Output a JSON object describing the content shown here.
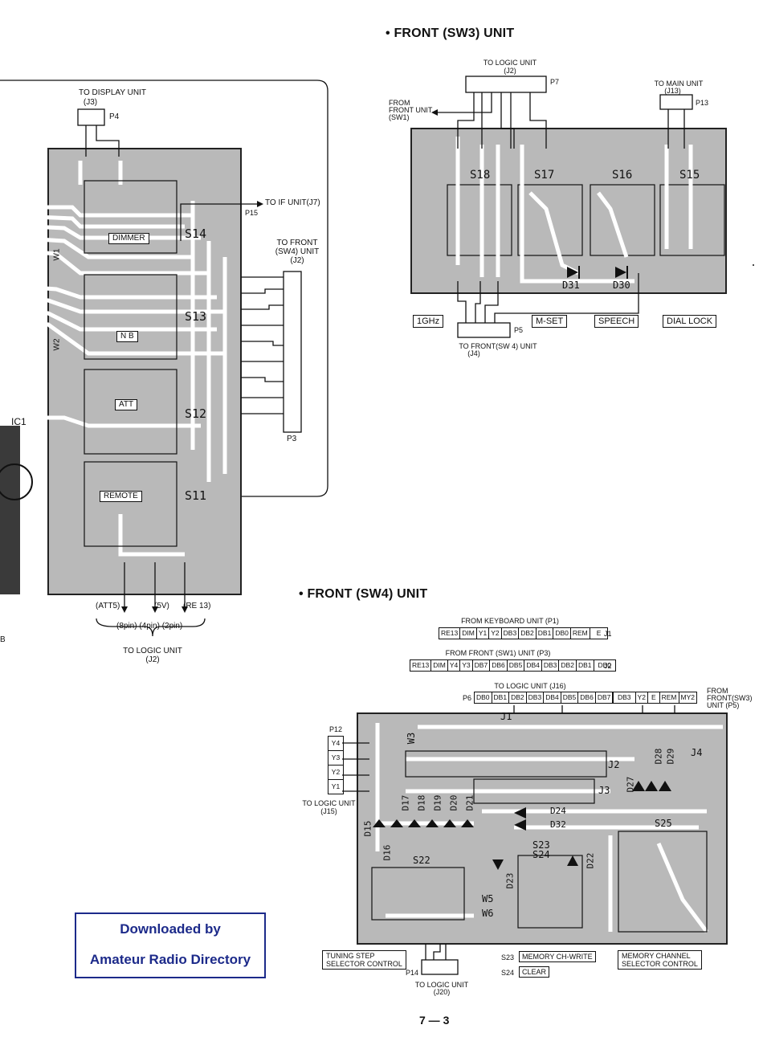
{
  "sw3": {
    "title": "• FRONT (SW3) UNIT",
    "to_logic": "TO LOGIC UNIT",
    "to_logic_j": "(J2)",
    "p7": "P7",
    "from_front": [
      "FROM",
      "FRONT UNIT",
      "(SW1)"
    ],
    "to_main": "TO MAIN UNIT",
    "to_main_j": "(J13)",
    "p13": "P13",
    "switches": [
      "S18",
      "S17",
      "S16",
      "S15"
    ],
    "diodes": [
      "D31",
      "D30"
    ],
    "buttons": [
      "1GHz",
      "M-SET",
      "SPEECH",
      "DIAL LOCK"
    ],
    "p5": "P5",
    "to_front_sw4": "TO FRONT(SW 4) UNIT",
    "to_front_sw4_j": "(J4)"
  },
  "left": {
    "to_display": "TO DISPLAY UNIT",
    "to_display_j": "(J3)",
    "p4": "P4",
    "to_if": "TO IF UNIT(J7)",
    "p15": "P15",
    "to_front_sw4": [
      "TO FRONT",
      "(SW4) UNIT",
      "(J2)"
    ],
    "p3": "P3",
    "w1": "W1",
    "w2": "W2",
    "ic1": "IC1",
    "switch_labels": [
      "DIMMER",
      "N B",
      "ATT",
      "REMOTE"
    ],
    "switches": [
      "S14",
      "S13",
      "S12",
      "S11"
    ],
    "bottom_signals": [
      "(ATT5)",
      "(5V)",
      "(RE 13)"
    ],
    "bottom_pins": "(8pin) (4pin) (2pin)",
    "to_logic": "TO LOGIC UNIT",
    "to_logic_j": "(J2)",
    "edge_b": "B"
  },
  "sw4": {
    "title": "• FRONT (SW4) UNIT",
    "from_keyboard": "FROM KEYBOARD UNIT (P1)",
    "j1_pins": [
      "RE13",
      "DIM",
      "Y1",
      "Y2",
      "DB3",
      "DB2",
      "DB1",
      "DB0",
      "REM",
      "E"
    ],
    "j1": "J1",
    "from_front_sw1": "FROM FRONT (SW1) UNIT (P3)",
    "j2_pins": [
      "RE13",
      "DIM",
      "Y4",
      "Y3",
      "DB7",
      "DB6",
      "DB5",
      "DB4",
      "DB3",
      "DB2",
      "DB1",
      "DB0"
    ],
    "j2": "J2",
    "to_logic_j16": "TO LOGIC UNIT (J16)",
    "p6": "P6",
    "p6_pins": [
      "DB0",
      "DB1",
      "DB2",
      "DB3",
      "DB4",
      "DB5",
      "DB6",
      "DB7"
    ],
    "j4_pins": [
      "DB3",
      "Y2",
      "E",
      "REM",
      "MY2"
    ],
    "from_front_sw3": [
      "FROM",
      "FRONT(SW3)",
      "UNIT (P5)"
    ],
    "p12": "P12",
    "p12_pins": [
      "Y4",
      "Y3",
      "Y2",
      "Y1"
    ],
    "to_logic_j15": "TO LOGIC UNIT",
    "to_logic_j15_j": "(J15)",
    "board_labels": [
      "J1",
      "J2",
      "J3",
      "J4",
      "W3",
      "W5",
      "W6",
      "S22",
      "S23",
      "S24",
      "S25"
    ],
    "diode_labels": [
      "D15",
      "D16",
      "D17",
      "D18",
      "D19",
      "D20",
      "D21",
      "D22",
      "D23",
      "D24",
      "D27",
      "D28",
      "D29",
      "D32"
    ],
    "tuning": [
      "TUNING  STEP",
      "SELECTOR  CONTROL"
    ],
    "p14": "P14",
    "to_logic_j20": "TO LOGIC UNIT",
    "to_logic_j20_j": "(J20)",
    "s23_label": "S23",
    "s23_text": "MEMORY CH-WRITE",
    "s24_label": "S24",
    "s24_text": "CLEAR",
    "memory_sel": [
      "MEMORY CHANNEL",
      "SELECTOR  CONTROL"
    ]
  },
  "stamp": {
    "line1": "Downloaded by",
    "line2": "Amateur Radio Directory"
  },
  "page_number": "7 — 3"
}
